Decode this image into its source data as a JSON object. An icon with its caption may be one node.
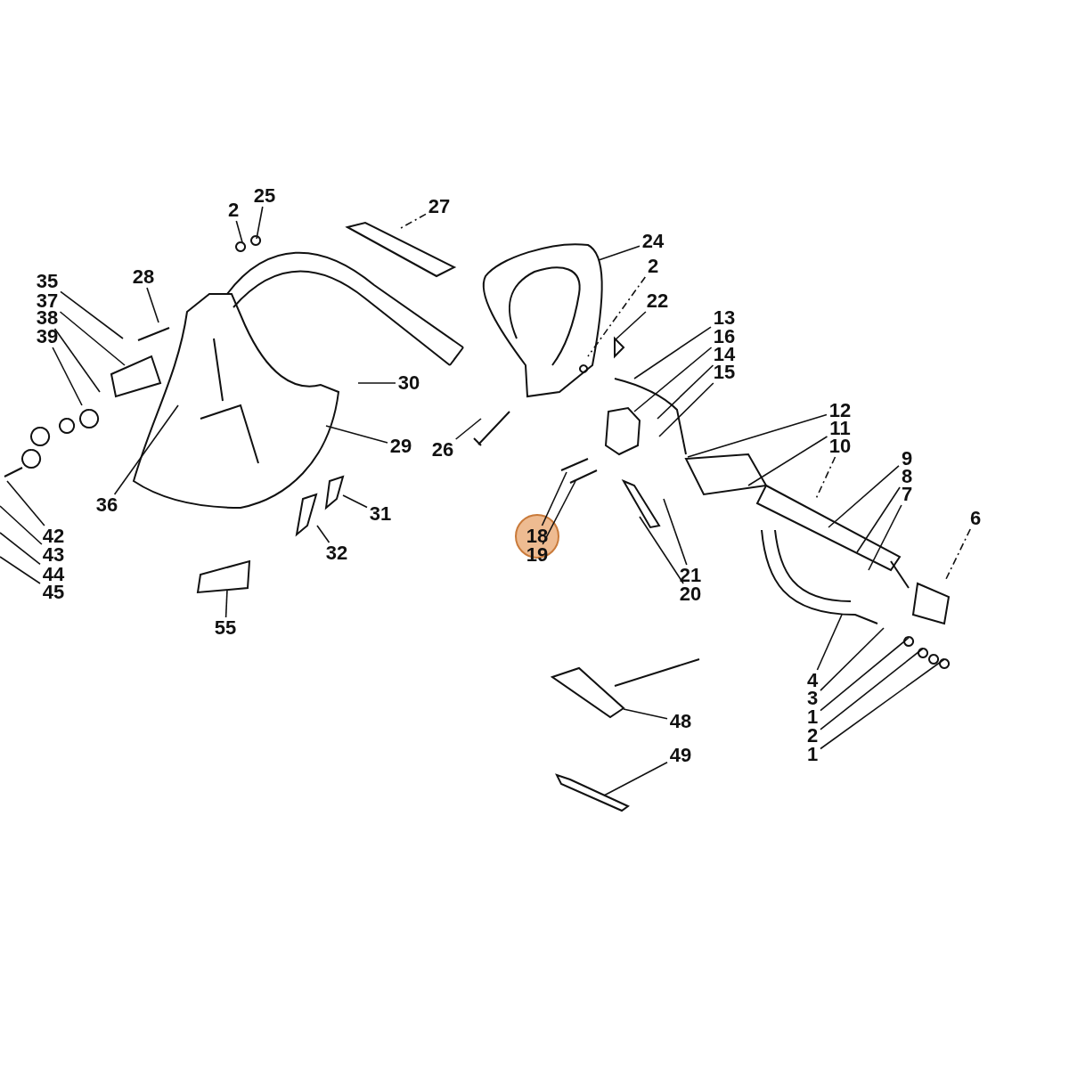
{
  "diagram": {
    "nodes": [
      {
        "text": [
          "2"
        ]
      },
      {
        "text": [
          "25"
        ]
      },
      {
        "text": [
          "27"
        ]
      },
      {
        "text": [
          "24"
        ]
      },
      {
        "text": [
          "2"
        ]
      },
      {
        "text": [
          "22"
        ]
      },
      {
        "text": [
          "35"
        ]
      },
      {
        "text": [
          "28"
        ]
      },
      {
        "text": [
          "37"
        ]
      },
      {
        "text": [
          "30"
        ]
      },
      {
        "text": [
          "13"
        ]
      },
      {
        "text": [
          "16"
        ]
      },
      {
        "text": [
          "14"
        ]
      },
      {
        "text": [
          "15"
        ]
      },
      {
        "text": [
          "38"
        ]
      },
      {
        "text": [
          "39"
        ]
      },
      {
        "text": [
          "12"
        ]
      },
      {
        "text": [
          "29"
        ]
      },
      {
        "text": [
          "26"
        ]
      },
      {
        "text": [
          "11"
        ]
      },
      {
        "text": [
          "10"
        ]
      },
      {
        "text": [
          "9"
        ]
      },
      {
        "text": [
          "8"
        ]
      },
      {
        "text": [
          "7"
        ]
      },
      {
        "text": [
          "36"
        ]
      },
      {
        "text": [
          "6"
        ]
      },
      {
        "text": [
          "31"
        ]
      },
      {
        "text": [
          "42"
        ]
      },
      {
        "text": [
          "18"
        ]
      },
      {
        "text": [
          "19"
        ]
      },
      {
        "text": [
          "32"
        ]
      },
      {
        "text": [
          "43"
        ]
      },
      {
        "text": [
          "44"
        ]
      },
      {
        "text": [
          "21"
        ]
      },
      {
        "text": [
          "45"
        ]
      },
      {
        "text": [
          "20"
        ]
      },
      {
        "text": [
          "55"
        ]
      },
      {
        "text": [
          "4"
        ]
      },
      {
        "text": [
          "3"
        ]
      },
      {
        "text": [
          "1"
        ]
      },
      {
        "text": [
          "48"
        ]
      },
      {
        "text": [
          "2"
        ]
      },
      {
        "text": [
          "49"
        ]
      },
      {
        "text": [
          "1"
        ]
      }
    ],
    "edges": [
      {
        "from": 0,
        "to": null,
        "arrow": "none"
      },
      {
        "from": 1,
        "to": null,
        "arrow": "none"
      },
      {
        "from": 2,
        "to": null,
        "arrow": "none",
        "style": "dashed"
      },
      {
        "from": 3,
        "to": null,
        "arrow": "none"
      },
      {
        "from": 4,
        "to": null,
        "arrow": "none",
        "style": "dashed"
      },
      {
        "from": 5,
        "to": null,
        "arrow": "none"
      },
      {
        "from": 6,
        "to": null,
        "arrow": "none"
      },
      {
        "from": 7,
        "to": null,
        "arrow": "none"
      },
      {
        "from": 8,
        "to": null,
        "arrow": "none"
      },
      {
        "from": 9,
        "to": null,
        "arrow": "none"
      },
      {
        "from": 10,
        "to": null,
        "arrow": "none"
      },
      {
        "from": 11,
        "to": null,
        "arrow": "none"
      },
      {
        "from": 12,
        "to": null,
        "arrow": "none"
      },
      {
        "from": 13,
        "to": null,
        "arrow": "none"
      },
      {
        "from": 14,
        "to": null,
        "arrow": "none"
      },
      {
        "from": 15,
        "to": null,
        "arrow": "none"
      },
      {
        "from": 16,
        "to": null,
        "arrow": "none"
      },
      {
        "from": 17,
        "to": null,
        "arrow": "none"
      },
      {
        "from": 18,
        "to": null,
        "arrow": "none"
      },
      {
        "from": 19,
        "to": null,
        "arrow": "none"
      },
      {
        "from": 20,
        "to": null,
        "arrow": "none",
        "style": "dashed"
      },
      {
        "from": 21,
        "to": null,
        "arrow": "none"
      },
      {
        "from": 22,
        "to": null,
        "arrow": "none"
      },
      {
        "from": 23,
        "to": null,
        "arrow": "none"
      },
      {
        "from": 24,
        "to": null,
        "arrow": "none"
      },
      {
        "from": 25,
        "to": null,
        "arrow": "none",
        "style": "dashed"
      },
      {
        "from": 26,
        "to": null,
        "arrow": "none"
      },
      {
        "from": 27,
        "to": null,
        "arrow": "none"
      },
      {
        "from": 28,
        "to": null,
        "arrow": "none"
      },
      {
        "from": 29,
        "to": null,
        "arrow": "none"
      },
      {
        "from": 30,
        "to": null,
        "arrow": "none"
      },
      {
        "from": 31,
        "to": null,
        "arrow": "none"
      },
      {
        "from": 32,
        "to": null,
        "arrow": "none"
      },
      {
        "from": 33,
        "to": null,
        "arrow": "none"
      },
      {
        "from": 34,
        "to": null,
        "arrow": "none"
      },
      {
        "from": 35,
        "to": null,
        "arrow": "none"
      },
      {
        "from": 36,
        "to": null,
        "arrow": "none"
      },
      {
        "from": 37,
        "to": null,
        "arrow": "none"
      },
      {
        "from": 38,
        "to": null,
        "arrow": "none"
      },
      {
        "from": 39,
        "to": null,
        "arrow": "none"
      },
      {
        "from": 40,
        "to": null,
        "arrow": "none"
      },
      {
        "from": 41,
        "to": null,
        "arrow": "none"
      },
      {
        "from": 42,
        "to": null,
        "arrow": "none"
      },
      {
        "from": 43,
        "to": null,
        "arrow": "none"
      }
    ]
  }
}
